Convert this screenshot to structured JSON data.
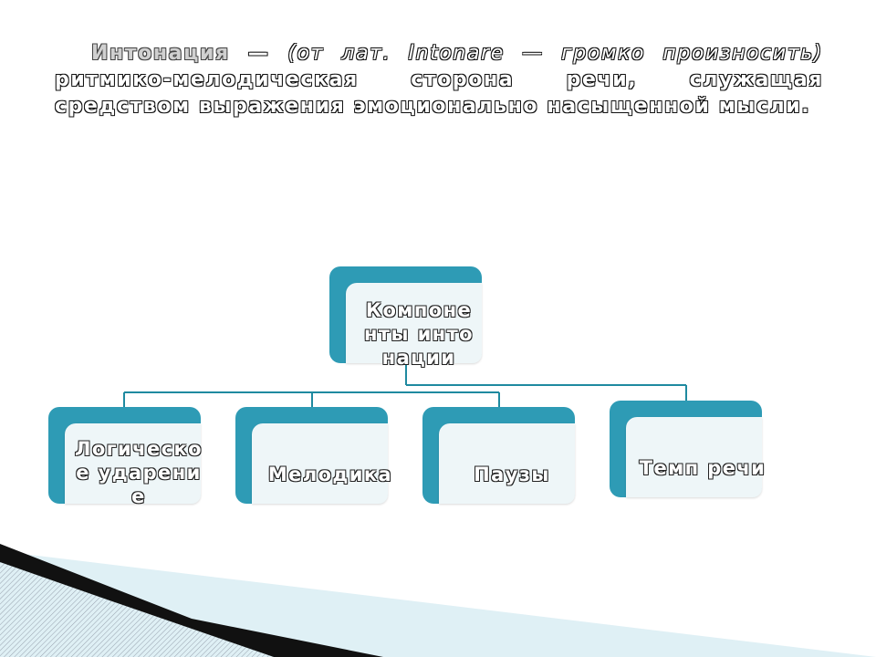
{
  "slide": {
    "definition": {
      "term": "Интонация",
      "dash": " —  ",
      "etymology": "(от лат. Intonare — громко произносить)",
      "body": " ритмико-мелодическая сторона речи, служащая средством выражения эмоционально насыщенной мысли."
    },
    "diagram": {
      "root": "Компоненты интонации",
      "children": [
        "Логическое ударение",
        "Мелодика",
        "Паузы",
        "Темп речи"
      ]
    },
    "colors": {
      "node_dark": "#2e9bb5",
      "node_light": "#eef6f8",
      "connector": "#1f8aa0"
    }
  }
}
